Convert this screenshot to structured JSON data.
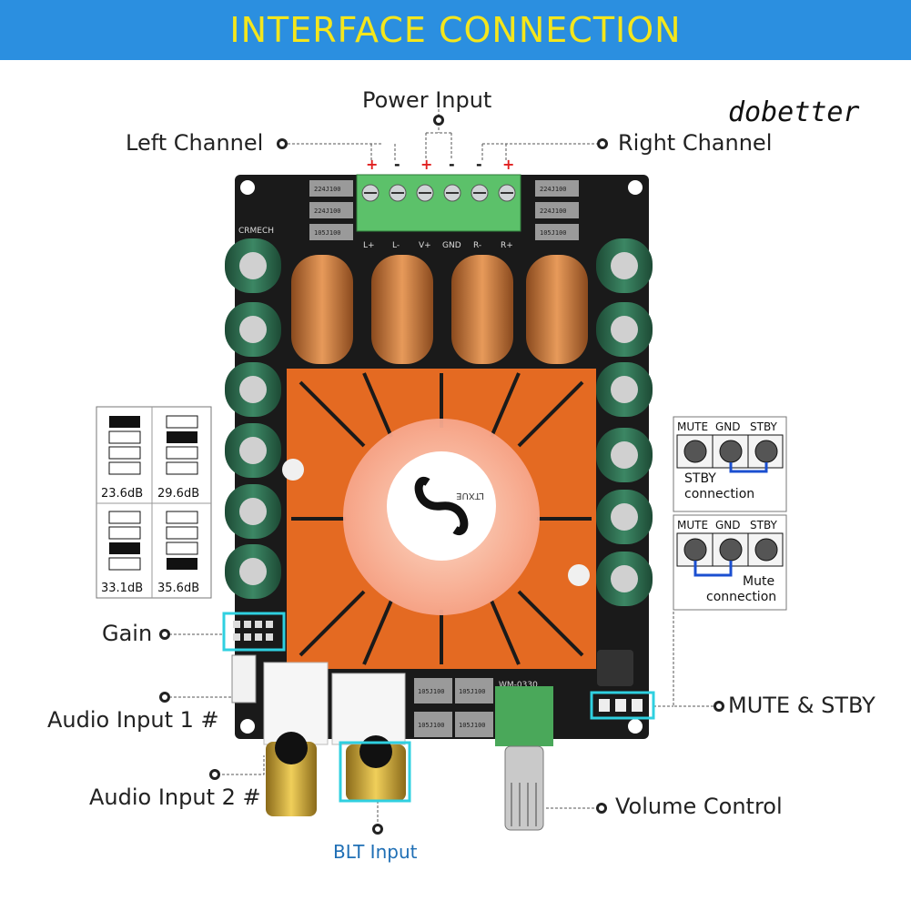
{
  "header": {
    "title": "INTERFACE CONNECTION"
  },
  "watermark": "dobetter",
  "callouts": {
    "power_input": "Power Input",
    "left_channel": "Left Channel",
    "right_channel": "Right Channel",
    "gain": "Gain",
    "audio_input_1": "Audio Input 1 #",
    "audio_input_2": "Audio Input 2 #",
    "blt_input": "BLT Input",
    "mute_stby": "MUTE & STBY",
    "volume_control": "Volume Control"
  },
  "terminal_polarity": [
    "+",
    "-",
    "+",
    "-",
    "-",
    "+"
  ],
  "terminal_labels": [
    "L+",
    "L-",
    "V+",
    "GND",
    "R-",
    "R+"
  ],
  "gain_settings": [
    "23.6dB",
    "29.6dB",
    "33.1dB",
    "35.6dB"
  ],
  "mute_stby_pins": [
    "MUTE",
    "GND",
    "STBY"
  ],
  "stby_connection": [
    "STBY",
    "connection"
  ],
  "mute_connection": [
    "Mute",
    "connection"
  ],
  "board_marks": {
    "brand": "CRMECH",
    "model": "WM-0330",
    "fan_brand": "LTXUE",
    "caps_left": [
      "224J100",
      "224J100",
      "105J100"
    ],
    "caps_right": [
      "224J100",
      "224J100",
      "105J100"
    ],
    "caps_bottom": [
      "105J100",
      "105J100",
      "105J100",
      "105J100"
    ]
  },
  "colors": {
    "banner": "#2b8fe0",
    "banner_text": "#f4e61c",
    "highlight": "#2fd0e0",
    "pcb": "#1a1a1a",
    "heatsink": "#e46a22",
    "coil": "#c8773a",
    "capacitor": "#2f6b4f",
    "terminal": "#5cc16a",
    "polarity_plus": "#e02020",
    "jumper_link": "#1b4fd0"
  }
}
